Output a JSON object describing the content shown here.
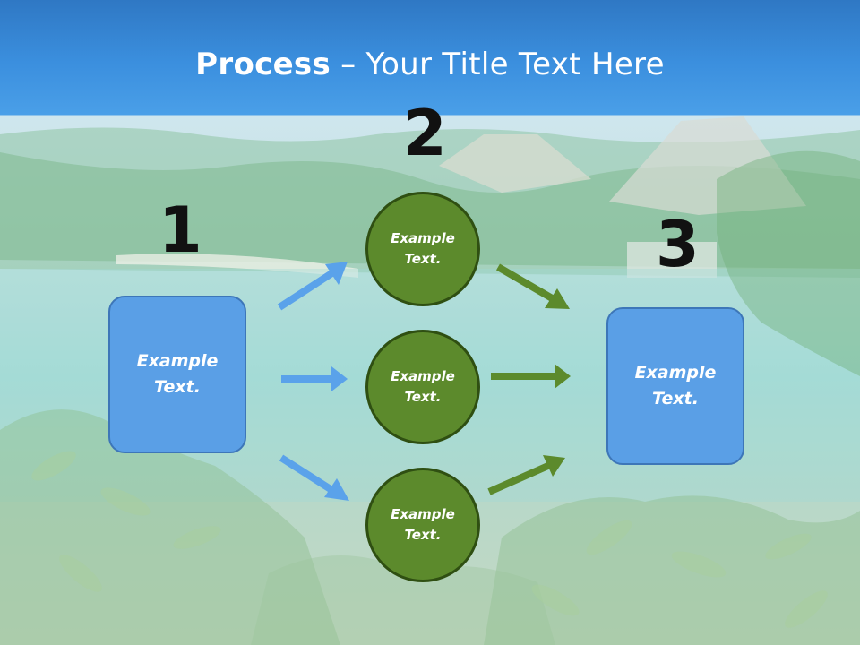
{
  "title": {
    "bold": "Process",
    "rest": " – Your Title Text Here"
  },
  "steps": [
    "1",
    "2",
    "3"
  ],
  "left_box": "Example Text.",
  "circles": [
    "Example Text.",
    "Example Text.",
    "Example Text."
  ],
  "right_box": "Example Text.",
  "colors": {
    "box_fill": "#5a9fe6",
    "circle_fill": "#5c8a2c",
    "blue_arrow": "#5aa2ea",
    "green_arrow": "#5c8a2c"
  }
}
